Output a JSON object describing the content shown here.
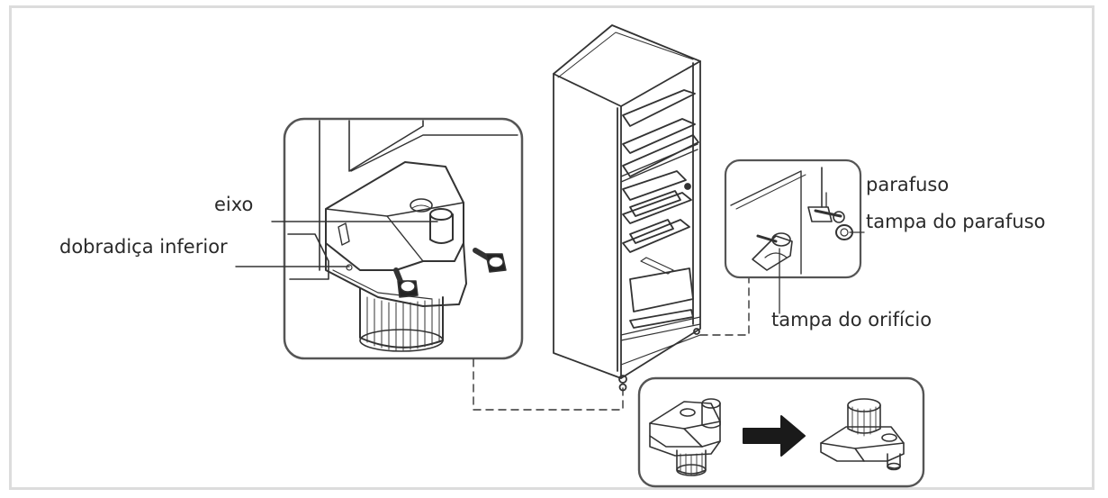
{
  "labels": {
    "eixo": "eixo",
    "dobradica_inferior": "dobradiça inferior",
    "parafuso": "parafuso",
    "tampa_do_parafuso": "tampa do parafuso",
    "tampa_do_orificio": "tampa do orifício"
  },
  "colors": {
    "line": "#333333",
    "panel_border": "#555555",
    "frame": "#dcdcdc",
    "arrow": "#1a1a1a",
    "leader": "#333333"
  }
}
